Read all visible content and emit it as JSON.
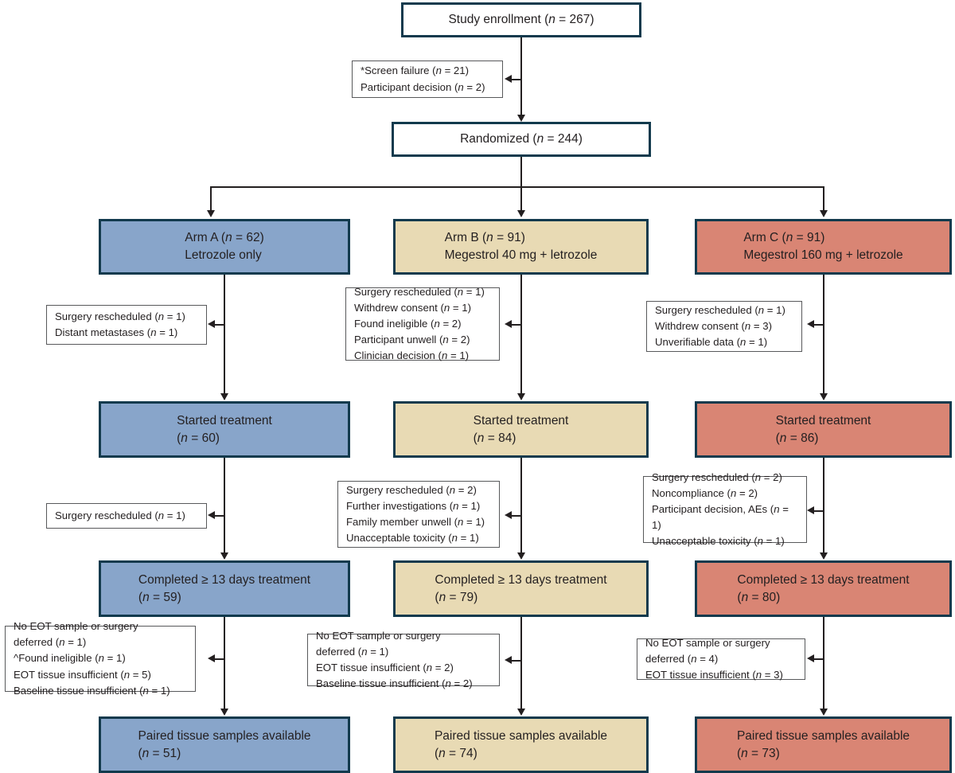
{
  "diagram": {
    "title": "CONSORT participant flow diagram",
    "colors": {
      "border_navy": "#123a4d",
      "arm_a_fill": "#88a5ca",
      "arm_b_fill": "#e8dab4",
      "arm_c_fill": "#d98574",
      "exclusion_border": "#58595b",
      "connector": "#231f20",
      "background": "#ffffff"
    }
  },
  "top": {
    "enrollment": "Study enrollment (n = 267)",
    "randomized": "Randomized (n = 244)",
    "screen_exclusions": "*Screen failure (n = 21)\nParticipant decision (n = 2)"
  },
  "arms": [
    {
      "id": "arm-a",
      "fill": "#88a5ca",
      "header": "Arm A (n = 62)\nLetrozole only",
      "started": "Started treatment\n(n = 60)",
      "completed": "Completed ≥ 13 days treatment\n(n = 59)",
      "paired": "Paired tissue samples available\n(n =  51)",
      "excl_pre_treatment": "Surgery rescheduled (n = 1)\nDistant metastases (n = 1)",
      "excl_during_treatment": "Surgery rescheduled (n = 1)",
      "excl_tissue": "No EOT sample or surgery\ndeferred (n = 1)\n^Found ineligible (n = 1)\nEOT tissue insufficient (n = 5)\nBaseline tissue insufficient (n = 1)"
    },
    {
      "id": "arm-b",
      "fill": "#e8dab4",
      "header": "Arm B (n = 91)\nMegestrol 40 mg + letrozole",
      "started": "Started treatment\n(n = 84)",
      "completed": "Completed ≥ 13 days treatment\n(n = 79)",
      "paired": "Paired tissue samples available\n(n = 74)",
      "excl_pre_treatment": "Surgery rescheduled (n = 1)\nWithdrew consent (n = 1)\nFound ineligible (n = 2)\nParticipant unwell (n = 2)\nClinician decision (n = 1)",
      "excl_during_treatment": "Surgery rescheduled (n = 2)\nFurther investigations (n = 1)\nFamily member unwell (n = 1)\nUnacceptable toxicity (n = 1)",
      "excl_tissue": "No EOT sample or surgery\ndeferred (n = 1)\nEOT tissue insufficient (n = 2)\nBaseline tissue insufficient (n =  2)"
    },
    {
      "id": "arm-c",
      "fill": "#d98574",
      "header": "Arm C (n = 91)\nMegestrol 160 mg + letrozole",
      "started": "Started treatment\n(n = 86)",
      "completed": "Completed ≥ 13 days treatment\n(n = 80)",
      "paired": "Paired tissue samples available\n(n = 73)",
      "excl_pre_treatment": "Surgery rescheduled (n = 1)\nWithdrew consent  (n = 3)\nUnverifiable data (n = 1)",
      "excl_during_treatment": "Surgery rescheduled (n = 2)\nNoncompliance (n = 2)\nParticipant decision, AEs (n = 1)\nUnacceptable toxicity (n = 1)",
      "excl_tissue": "No EOT sample or surgery\ndeferred (n = 4)\nEOT tissue insufficient (n = 3)"
    }
  ]
}
